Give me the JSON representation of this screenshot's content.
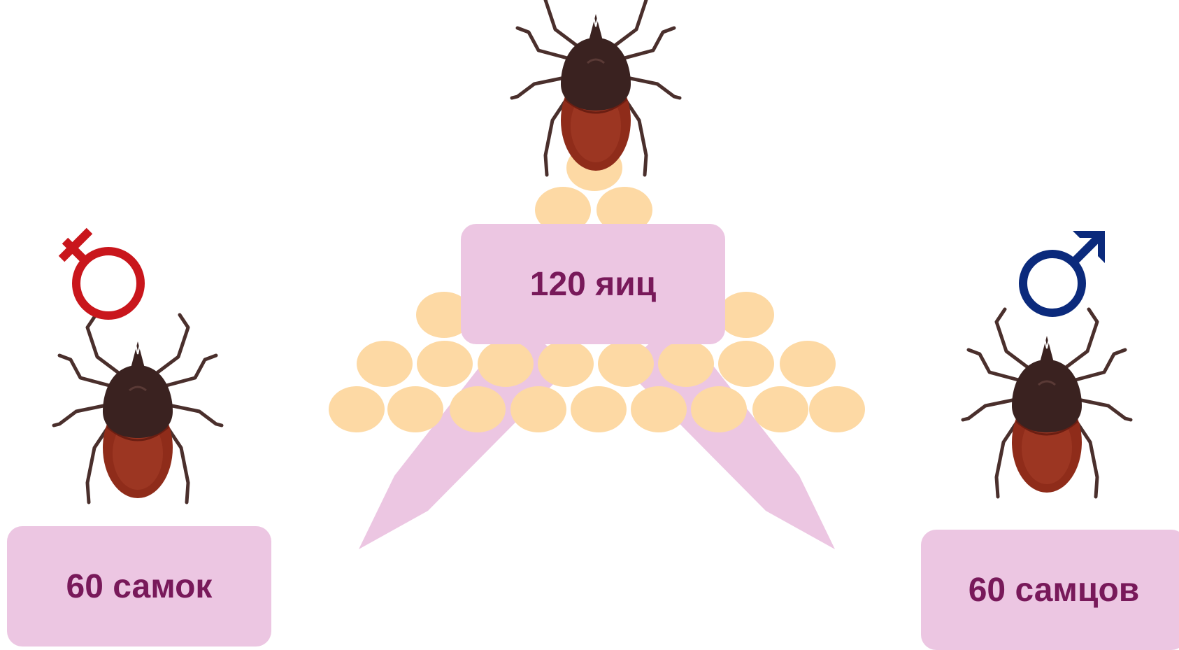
{
  "colors": {
    "box_fill": "#ecc6e2",
    "text": "#78195a",
    "egg": "#fdd9a4",
    "arrow": "#ecc6e2",
    "female_symbol": "#c9161c",
    "male_symbol": "#0b2a7c",
    "tick_body": "#8f2c1a",
    "tick_shield": "#3a2220"
  },
  "icons": {
    "female": "female-symbol-icon",
    "male": "male-symbol-icon",
    "tick": "tick-illustration"
  },
  "labels": {
    "eggs": "120 яиц",
    "females": "60 самок",
    "males": "60 самцов"
  }
}
